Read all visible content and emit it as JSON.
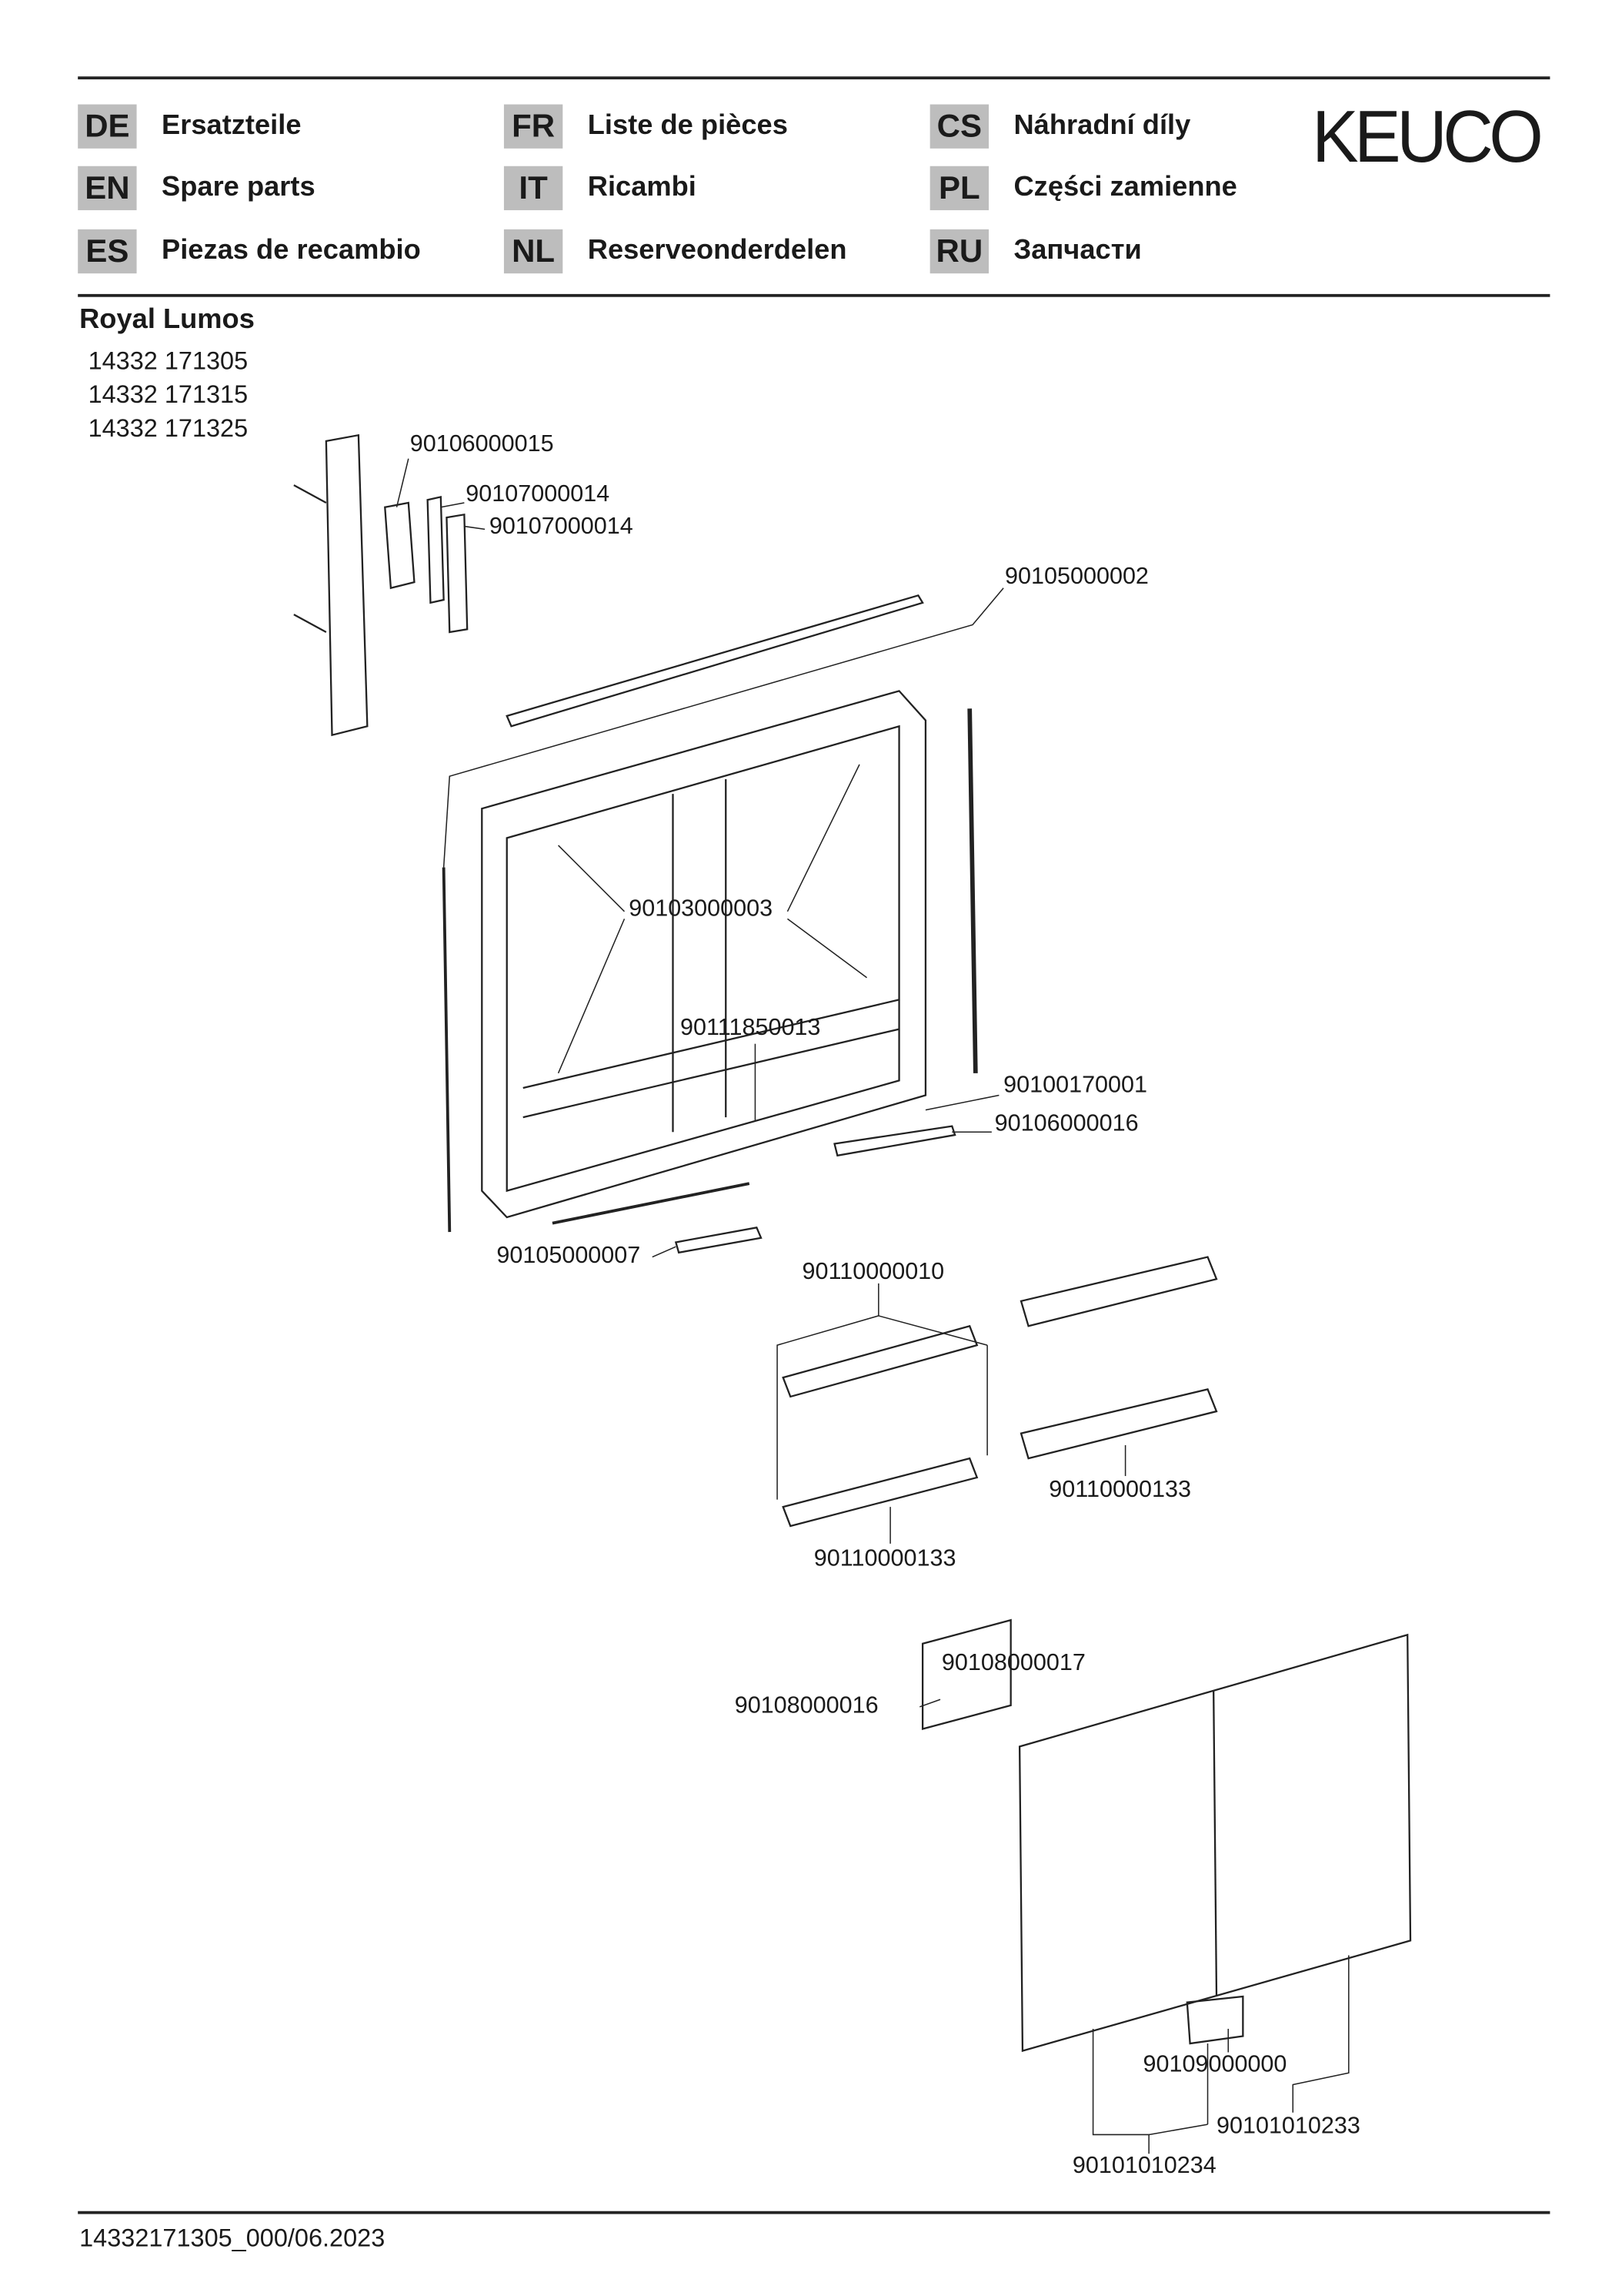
{
  "languages": [
    {
      "code": "DE",
      "label": "Ersatzteile"
    },
    {
      "code": "EN",
      "label": "Spare parts"
    },
    {
      "code": "ES",
      "label": "Piezas de recambio"
    },
    {
      "code": "FR",
      "label": "Liste de pièces"
    },
    {
      "code": "IT",
      "label": "Ricambi"
    },
    {
      "code": "NL",
      "label": "Reserveonderdelen"
    },
    {
      "code": "CS",
      "label": "Náhradní díly"
    },
    {
      "code": "PL",
      "label": "Części zamienne"
    },
    {
      "code": "RU",
      "label": "Запчасти"
    }
  ],
  "brand": "KEUCO",
  "product": {
    "name": "Royal Lumos",
    "article_numbers": [
      "14332 171305",
      "14332 171315",
      "14332 171325"
    ]
  },
  "parts": [
    "90106000015",
    "90107000014",
    "90107000014",
    "90105000002",
    "90103000003",
    "90111850013",
    "90100170001",
    "90106000016",
    "90105000007",
    "90110000010",
    "90110000133",
    "90110000133",
    "90108000017",
    "90108000016",
    "90109000000",
    "90101010233",
    "90101010234"
  ],
  "footer": "14332171305_000/06.2023"
}
